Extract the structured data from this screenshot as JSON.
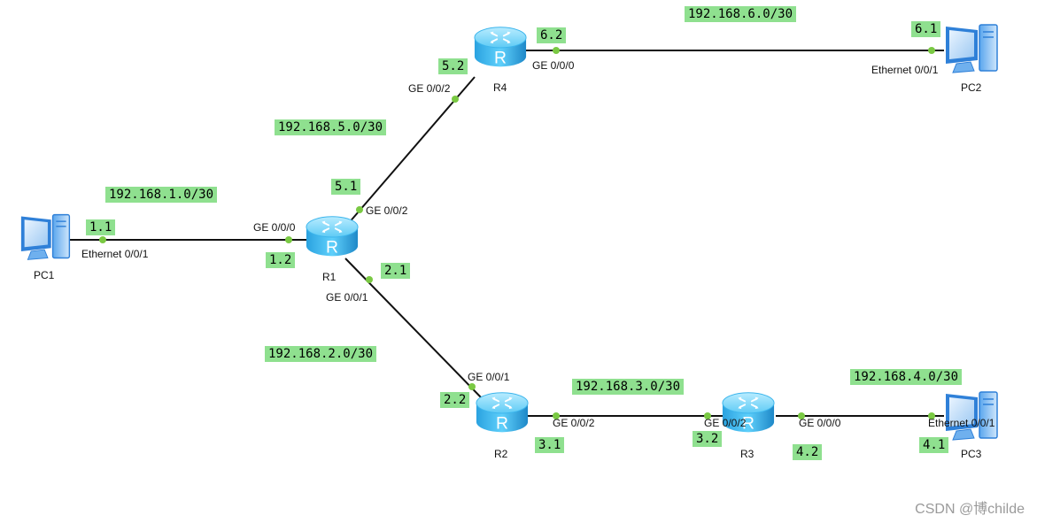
{
  "devices": {
    "pc1": {
      "name": "PC1",
      "port": "Ethernet 0/0/1",
      "ip": "1.1"
    },
    "pc2": {
      "name": "PC2",
      "port": "Ethernet 0/0/1",
      "ip": "6.1"
    },
    "pc3": {
      "name": "PC3",
      "port": "Ethernet 0/0/1",
      "ip": "4.1"
    },
    "r1": {
      "name": "R1",
      "glyph": "R",
      "ports": {
        "ge000": "GE 0/0/0",
        "ge002": "GE 0/0/2",
        "ge001": "GE 0/0/1"
      },
      "ips": {
        "ge000": "1.2",
        "ge002": "5.1",
        "ge001": "2.1"
      }
    },
    "r2": {
      "name": "R2",
      "glyph": "R",
      "ports": {
        "ge001": "GE 0/0/1",
        "ge002": "GE 0/0/2"
      },
      "ips": {
        "ge001": "2.2",
        "ge002": "3.1"
      }
    },
    "r3": {
      "name": "R3",
      "glyph": "R",
      "ports": {
        "ge002": "GE 0/0/2",
        "ge000": "GE 0/0/0"
      },
      "ips": {
        "ge002": "3.2",
        "ge000": "4.2"
      }
    },
    "r4": {
      "name": "R4",
      "glyph": "R",
      "ports": {
        "ge002": "GE 0/0/2",
        "ge000": "GE 0/0/0"
      },
      "ips": {
        "ge002": "5.2",
        "ge000": "6.2"
      }
    }
  },
  "subnets": {
    "net1": "192.168.1.0/30",
    "net2": "192.168.2.0/30",
    "net3": "192.168.3.0/30",
    "net4": "192.168.4.0/30",
    "net5": "192.168.5.0/30",
    "net6": "192.168.6.0/30"
  },
  "links": [
    {
      "from": "pc1",
      "to": "r1",
      "subnet": "net1"
    },
    {
      "from": "r1",
      "to": "r4",
      "subnet": "net5"
    },
    {
      "from": "r4",
      "to": "pc2",
      "subnet": "net6"
    },
    {
      "from": "r1",
      "to": "r2",
      "subnet": "net2"
    },
    {
      "from": "r2",
      "to": "r3",
      "subnet": "net3"
    },
    {
      "from": "r3",
      "to": "pc3",
      "subnet": "net4"
    }
  ],
  "watermark": "CSDN @博childe",
  "colors": {
    "label_bg": "#8fe08f",
    "port_dot": "#7ac943",
    "link": "#111111",
    "router_fill": "#4fc3f7",
    "router_dark": "#1e88c8",
    "pc_body": "#2f80d8",
    "watermark": "#9a9a9a"
  },
  "icons": {
    "router": "router-icon",
    "pc": "pc-icon"
  }
}
